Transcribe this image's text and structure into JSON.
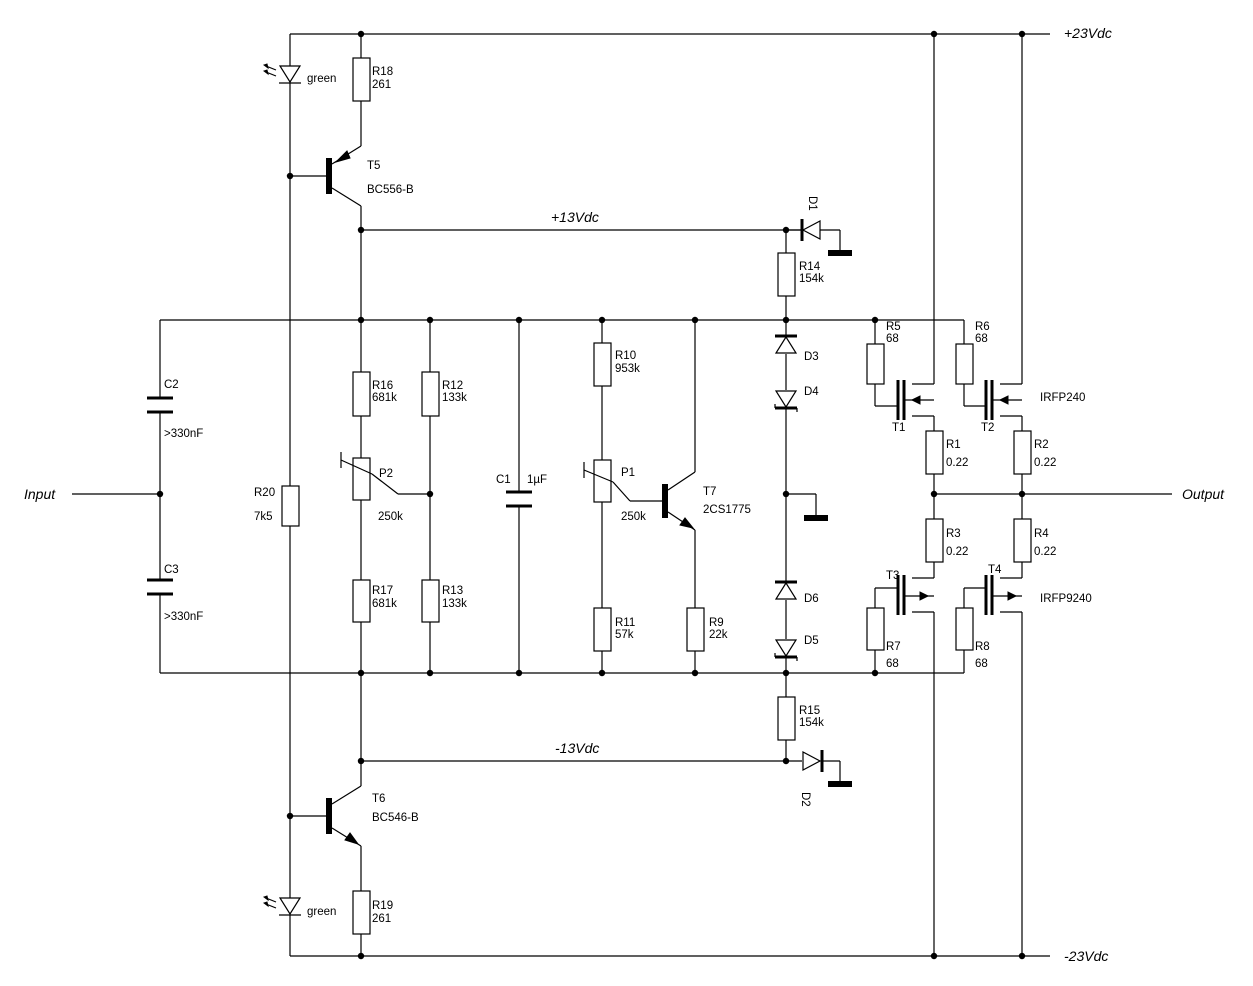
{
  "rails": {
    "pos23": "+23Vdc",
    "neg23": "-23Vdc",
    "pos13": "+13Vdc",
    "neg13": "-13Vdc"
  },
  "io": {
    "input": "Input",
    "output": "Output"
  },
  "components": {
    "led_top": {
      "color": "green"
    },
    "led_bot": {
      "color": "green"
    },
    "R18": {
      "ref": "R18",
      "value": "261"
    },
    "R19": {
      "ref": "R19",
      "value": "261"
    },
    "T5": {
      "ref": "T5",
      "part": "BC556-B"
    },
    "T6": {
      "ref": "T6",
      "part": "BC546-B"
    },
    "R20": {
      "ref": "R20",
      "value": "7k5"
    },
    "C2": {
      "ref": "C2",
      "value": ">330nF"
    },
    "C3": {
      "ref": "C3",
      "value": ">330nF"
    },
    "R16": {
      "ref": "R16",
      "value": "681k"
    },
    "R17": {
      "ref": "R17",
      "value": "681k"
    },
    "P2": {
      "ref": "P2",
      "value": "250k"
    },
    "R12": {
      "ref": "R12",
      "value": "133k"
    },
    "R13": {
      "ref": "R13",
      "value": "133k"
    },
    "C1": {
      "ref": "C1",
      "value": "1µF"
    },
    "R10": {
      "ref": "R10",
      "value": "953k"
    },
    "R11": {
      "ref": "R11",
      "value": "57k"
    },
    "P1": {
      "ref": "P1",
      "value": "250k"
    },
    "T7": {
      "ref": "T7",
      "part": "2CS1775"
    },
    "R9": {
      "ref": "R9",
      "value": "22k"
    },
    "D1": {
      "ref": "D1"
    },
    "D2": {
      "ref": "D2"
    },
    "D3": {
      "ref": "D3"
    },
    "D4": {
      "ref": "D4"
    },
    "D5": {
      "ref": "D5"
    },
    "D6": {
      "ref": "D6"
    },
    "R14": {
      "ref": "R14",
      "value": "154k"
    },
    "R15": {
      "ref": "R15",
      "value": "154k"
    },
    "R5": {
      "ref": "R5",
      "value": "68"
    },
    "R6": {
      "ref": "R6",
      "value": "68"
    },
    "R7": {
      "ref": "R7",
      "value": "68"
    },
    "R8": {
      "ref": "R8",
      "value": "68"
    },
    "T1": {
      "ref": "T1"
    },
    "T2": {
      "ref": "T2"
    },
    "T3": {
      "ref": "T3"
    },
    "T4": {
      "ref": "T4"
    },
    "nmos_part": "IRFP240",
    "pmos_part": "IRFP9240",
    "R1": {
      "ref": "R1",
      "value": "0.22"
    },
    "R2": {
      "ref": "R2",
      "value": "0.22"
    },
    "R3": {
      "ref": "R3",
      "value": "0.22"
    },
    "R4": {
      "ref": "R4",
      "value": "0.22"
    }
  }
}
